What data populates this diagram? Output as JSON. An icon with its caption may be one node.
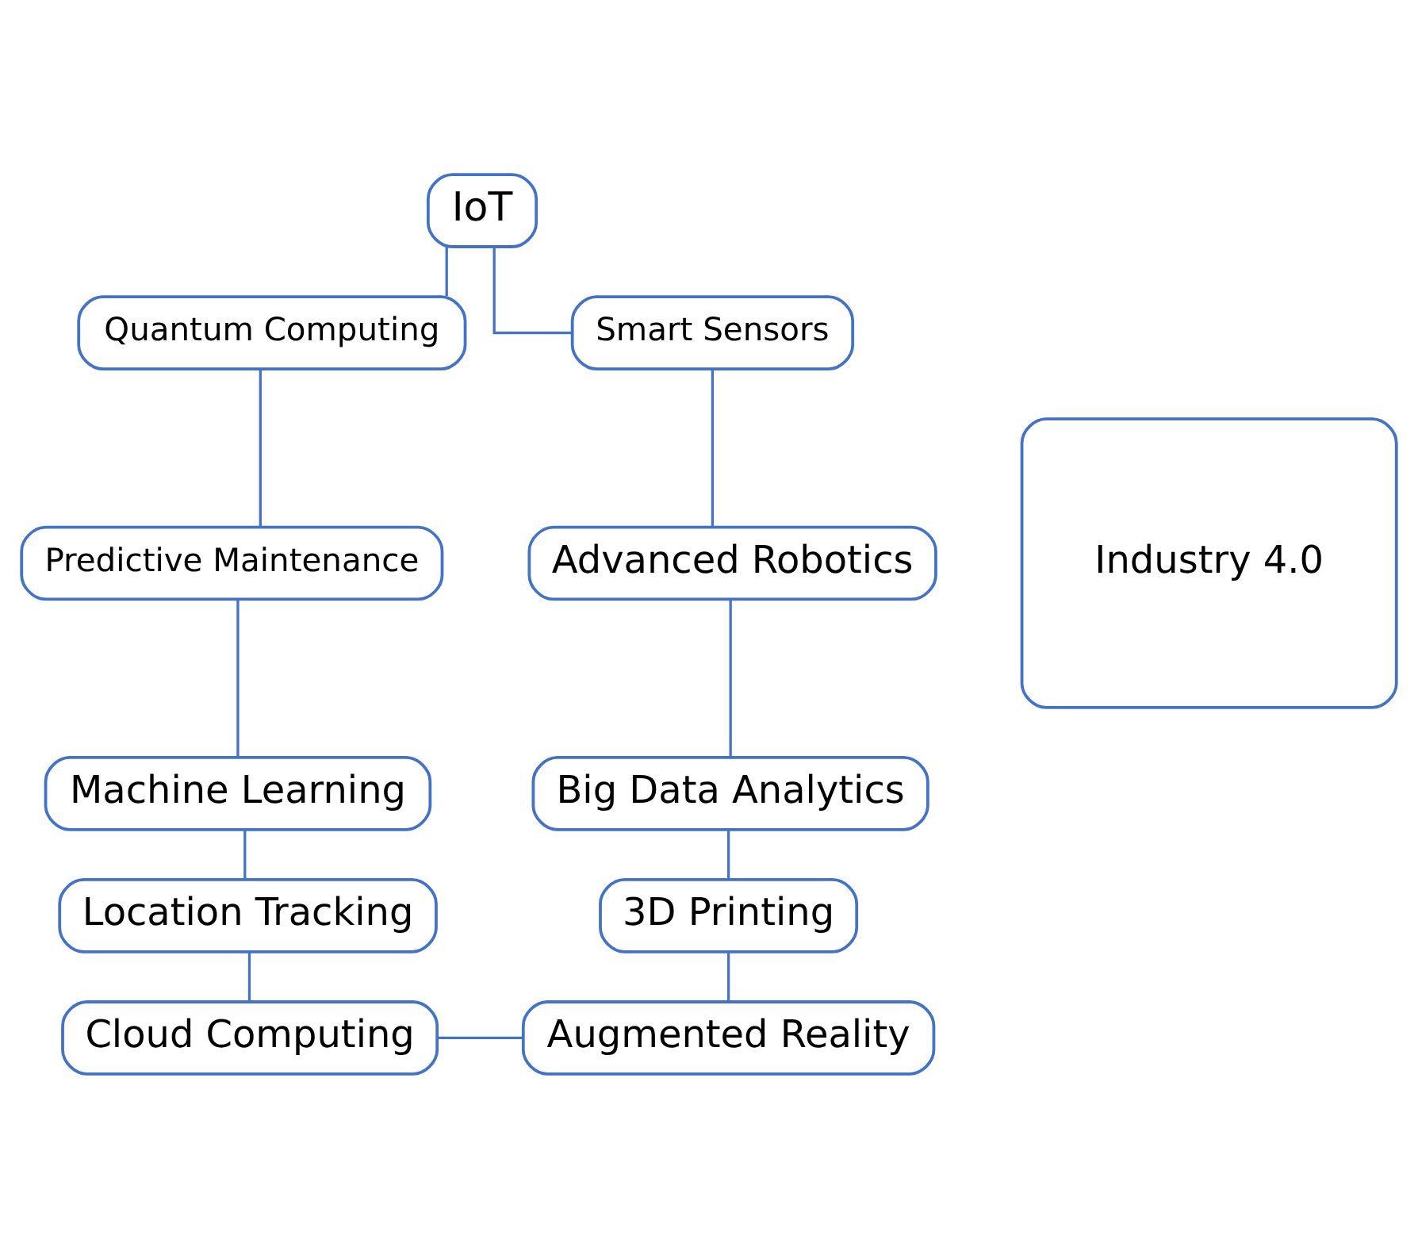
{
  "diagram": {
    "nodes": [
      {
        "text": [
          "IoT"
        ]
      },
      {
        "text": [
          "Quantum Computing"
        ]
      },
      {
        "text": [
          "Smart Sensors"
        ]
      },
      {
        "text": [
          "Industry 4.0"
        ]
      },
      {
        "text": [
          "Predictive Maintenance"
        ]
      },
      {
        "text": [
          "Advanced Robotics"
        ]
      },
      {
        "text": [
          "Machine Learning"
        ]
      },
      {
        "text": [
          "Big Data Analytics"
        ]
      },
      {
        "text": [
          "Location Tracking"
        ]
      },
      {
        "text": [
          "3D Printing"
        ]
      },
      {
        "text": [
          "Cloud Computing"
        ]
      },
      {
        "text": [
          "Augmented Reality"
        ]
      }
    ],
    "edges": [
      {
        "from": 0,
        "to": 1,
        "arrow": "none"
      },
      {
        "from": 0,
        "to": 2,
        "arrow": "none"
      },
      {
        "from": 1,
        "to": 4,
        "arrow": "none"
      },
      {
        "from": 2,
        "to": 5,
        "arrow": "none"
      },
      {
        "from": 4,
        "to": 6,
        "arrow": "none"
      },
      {
        "from": 5,
        "to": 7,
        "arrow": "none"
      },
      {
        "from": 6,
        "to": 8,
        "arrow": "none"
      },
      {
        "from": 7,
        "to": 9,
        "arrow": "none"
      },
      {
        "from": 8,
        "to": 10,
        "arrow": "none"
      },
      {
        "from": 9,
        "to": 11,
        "arrow": "none"
      },
      {
        "from": 10,
        "to": 11,
        "arrow": "none"
      }
    ]
  }
}
